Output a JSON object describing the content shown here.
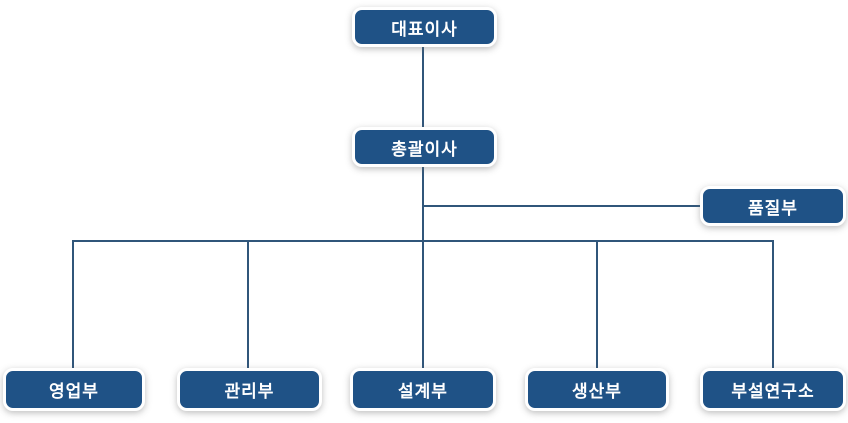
{
  "org_chart": {
    "colors": {
      "box_fill": "#1f5286",
      "line": "#30567a",
      "text": "#ffffff",
      "background": "#ffffff"
    },
    "nodes": {
      "ceo": {
        "label": "대표이사"
      },
      "executive_director": {
        "label": "총괄이사"
      },
      "quality_dept": {
        "label": "품질부"
      },
      "departments": [
        {
          "label": "영업부"
        },
        {
          "label": "관리부"
        },
        {
          "label": "설계부"
        },
        {
          "label": "생산부"
        },
        {
          "label": "부설연구소"
        }
      ]
    },
    "hierarchy": {
      "root": "대표이사",
      "children_of_root": [
        "총괄이사"
      ],
      "children_of_executive_director": [
        "품질부",
        "영업부",
        "관리부",
        "설계부",
        "생산부",
        "부설연구소"
      ]
    }
  }
}
